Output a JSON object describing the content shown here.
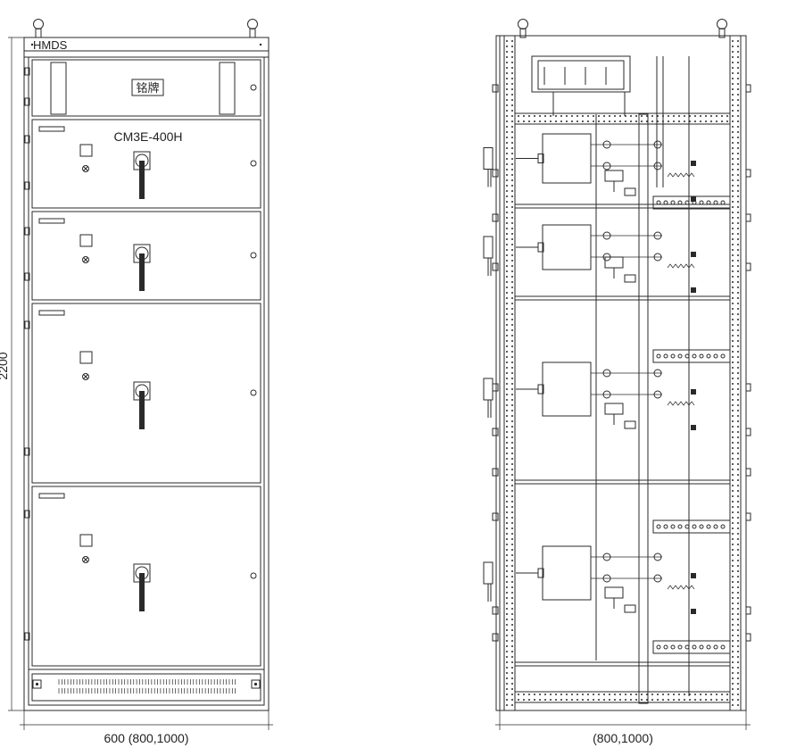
{
  "front_view": {
    "brand_label": "HMDS",
    "nameplate_label": "铭牌",
    "model_label": "CM3E-400H",
    "height_dimension": "2200",
    "width_dimension": "600 (800,1000)"
  },
  "side_view": {
    "width_dimension": "(800,1000)"
  }
}
